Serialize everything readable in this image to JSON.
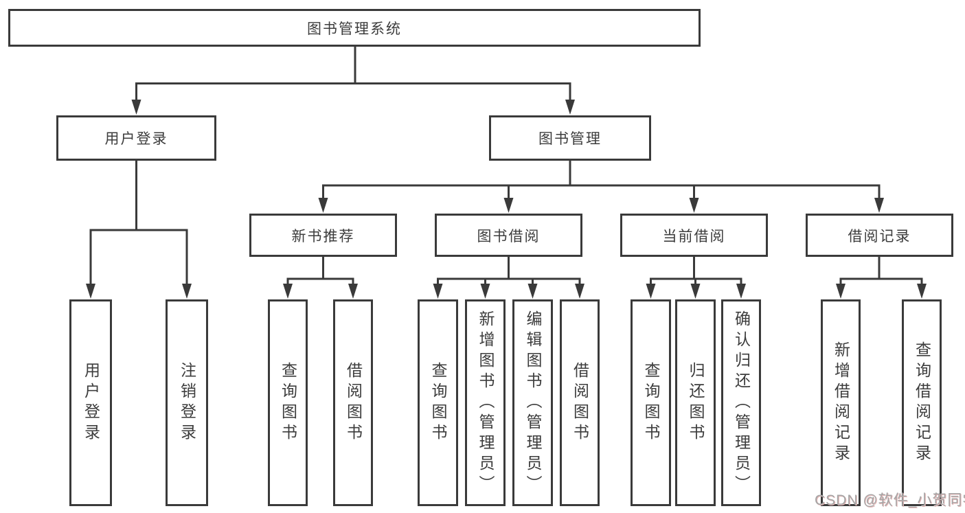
{
  "colors": {
    "line": "#3a3a3a",
    "text": "#3c3c3c",
    "background": "#ffffff",
    "watermark_gray": "#a6a6a6",
    "watermark_red_tint": "#e3b4b4"
  },
  "tree": {
    "root": "图书管理系统",
    "branches": [
      {
        "label": "用户登录",
        "children": [
          "用户登录",
          "注销登录"
        ]
      },
      {
        "label": "图书管理",
        "children": [
          {
            "label": "新书推荐",
            "children": [
              "查询图书",
              "借阅图书"
            ]
          },
          {
            "label": "图书借阅",
            "children": [
              "查询图书",
              "新增图书（管理员）",
              "编辑图书（管理员）",
              "借阅图书"
            ]
          },
          {
            "label": "当前借阅",
            "children": [
              "查询图书",
              "归还图书",
              "确认归还（管理员）"
            ]
          },
          {
            "label": "借阅记录",
            "children": [
              "新增借阅记录",
              "查询借阅记录"
            ]
          }
        ]
      }
    ]
  },
  "watermark": "CSDN @软件_小贺同学"
}
